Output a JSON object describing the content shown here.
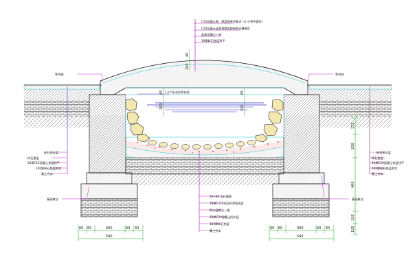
{
  "callouts_top": [
    "C15混凝土厚、厚度视草坪要求（小于草坪要求）",
    "C20混凝土或其他厚度视结构计算确定",
    "盖板混凝土一道",
    "30厚碎石垫层找平"
  ],
  "left_callouts": [
    "碎石排水层",
    "碎石垫层",
    "50厚C15混凝土垫层找平",
    "100厚碎石垫层夯实",
    "素土夯实"
  ],
  "right_callouts": [
    "碎石排水层",
    "碎石垫层",
    "50厚C15混凝土垫层找平",
    "100厚碎石垫层夯实",
    "素土夯实"
  ],
  "water_label": "1:2.5水泥砂浆抹面",
  "bottom_callouts": [
    "50~80 卵石铺底",
    "30厚1:2.5水泥砂浆结合层",
    "防水层做法一道",
    "50厚C20混凝土防水层",
    "100厚碎石垫层",
    "素土夯实"
  ],
  "footing_left_label": "基础做法",
  "footing_right_label": "基础做法",
  "edge_left_label": "草坪线",
  "edge_right_label": "草坪线",
  "dims": {
    "top_40": "40",
    "top_100": "100",
    "left_65": "65",
    "left_200": "200",
    "right_65": "65",
    "right_220": "220",
    "right_175": "175",
    "right_200": "200",
    "right_400": "400",
    "right_120a": "120",
    "right_120b": "120",
    "left_seg": [
      "60",
      "60",
      "300",
      "60",
      "60"
    ],
    "left_total": "540",
    "right_seg": [
      "60",
      "60",
      "300",
      "60",
      "60"
    ],
    "right_total": "540"
  },
  "colors": {
    "line": "#111111",
    "callout": "#c026c6",
    "cyan": "#16c6cc",
    "green": "#18a818",
    "water": "#2a2ac8",
    "gravel": "#c81a1a"
  }
}
